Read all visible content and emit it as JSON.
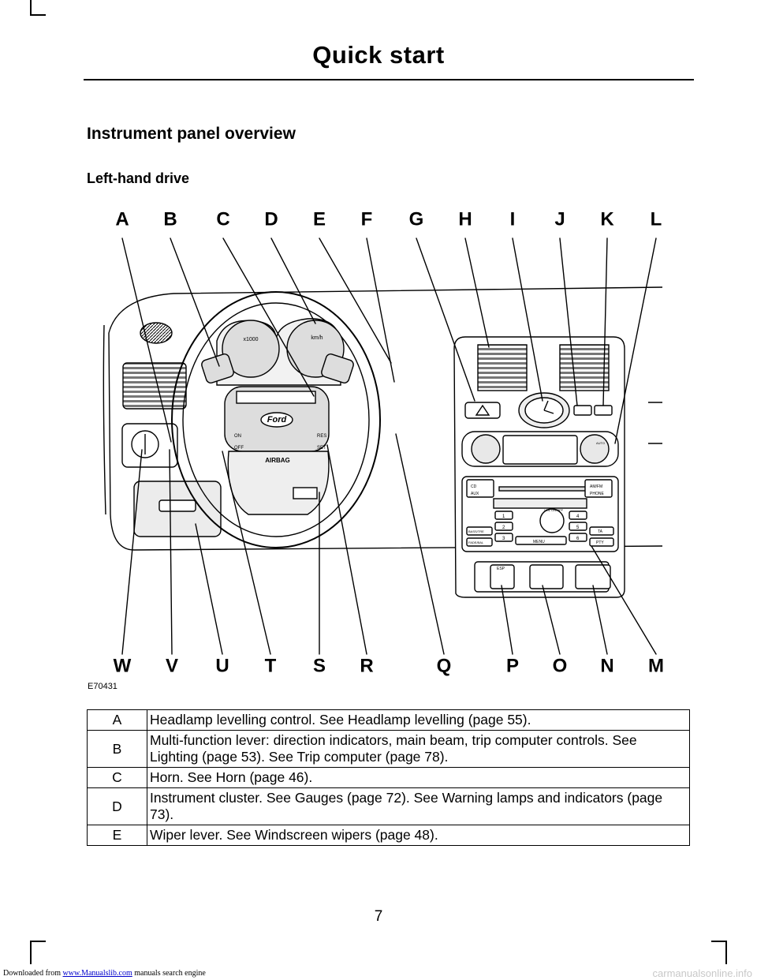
{
  "header": {
    "title": "Quick start"
  },
  "section": {
    "heading": "Instrument panel overview",
    "subheading": "Left-hand drive"
  },
  "figure": {
    "id": "E70431",
    "top_labels": [
      "A",
      "B",
      "C",
      "D",
      "E",
      "F",
      "G",
      "H",
      "I",
      "J",
      "K",
      "L"
    ],
    "bottom_labels": [
      "W",
      "V",
      "U",
      "T",
      "S",
      "R",
      "Q",
      "P",
      "O",
      "N",
      "M"
    ],
    "cluster_text": {
      "rpm_unit": "x1000",
      "speed_unit": "km/h"
    },
    "wheel_text": {
      "brand": "Ford",
      "airbag": "AIRBAG",
      "on": "ON",
      "off": "OFF",
      "res": "RES",
      "set": "SET"
    },
    "radio_text": {
      "cd": "CD",
      "aux": "AUX",
      "am_fm": "AM/FM",
      "phone": "PHONE",
      "presets": [
        "1",
        "2",
        "3",
        "4",
        "5",
        "6"
      ],
      "menu": "MENU",
      "vol": "VOL ON/OFF",
      "ta": "TA",
      "pty": "PTY",
      "bass": "BASS/TRE",
      "fade": "FADE/BAL",
      "esp": "ESP",
      "auto": "AUTO"
    }
  },
  "legend": [
    {
      "key": "A",
      "text": "Headlamp levelling control.  See Headlamp levelling (page 55)."
    },
    {
      "key": "B",
      "text": "Multi-function lever: direction indicators, main beam, trip computer controls.  See Lighting (page 53).  See Trip computer (page 78)."
    },
    {
      "key": "C",
      "text": "Horn.  See Horn (page 46)."
    },
    {
      "key": "D",
      "text": "Instrument cluster.  See Gauges (page 72).  See Warning lamps and indicators (page 73)."
    },
    {
      "key": "E",
      "text": "Wiper lever.  See Windscreen wipers (page 48)."
    }
  ],
  "footer": {
    "page_number": "7",
    "download_prefix": "Downloaded from ",
    "download_link": "www.Manualslib.com",
    "download_suffix": "  manuals search engine",
    "watermark": "carmanualsonline.info"
  }
}
